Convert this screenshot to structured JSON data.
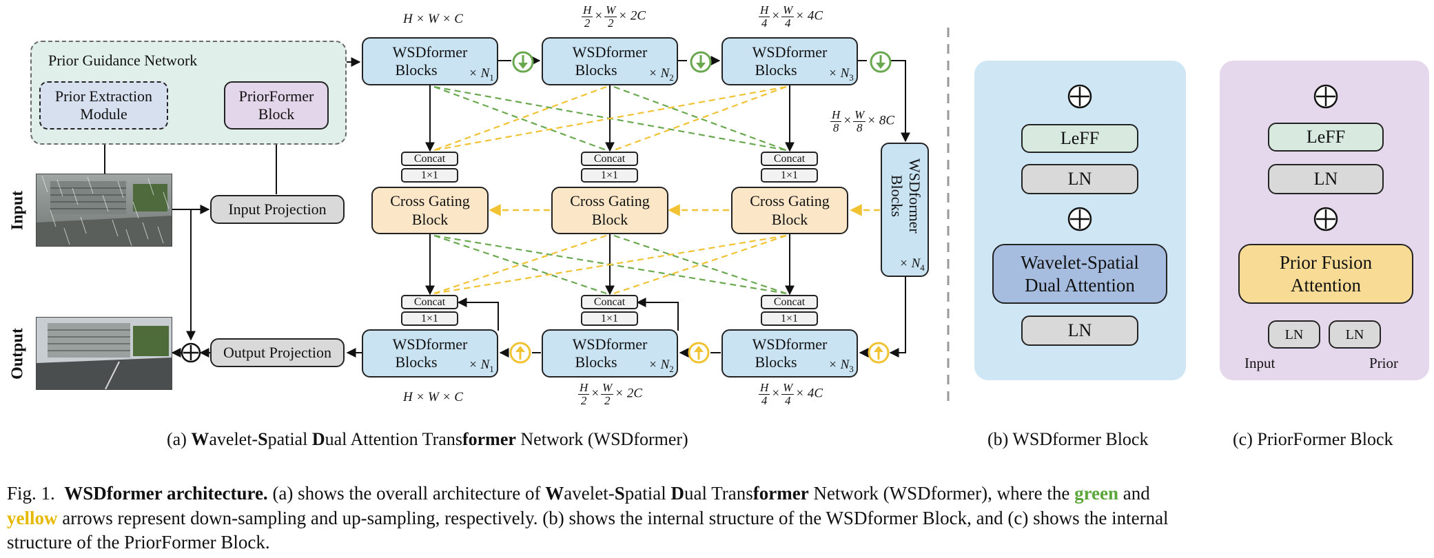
{
  "diagram": {
    "prior_guidance": {
      "title": "Prior Guidance Network",
      "extraction_line1": "Prior Extraction",
      "extraction_line2": "Module",
      "priorformer_line1": "PriorFormer",
      "priorformer_line2": "Block"
    },
    "side_labels": {
      "input": "Input",
      "output": "Output"
    },
    "input_projection": "Input Projection",
    "output_projection": "Output Projection",
    "wsd_line1": "WSDformer",
    "wsd_line2": "Blocks",
    "n_labels": [
      "× N",
      "× N",
      "× N",
      "× N"
    ],
    "n_subs": [
      "1",
      "2",
      "3",
      "4"
    ],
    "concat": "Concat",
    "conv": "1×1",
    "cross_line1": "Cross Gating",
    "cross_line2": "Block",
    "dims": {
      "hwc": "H × W × C",
      "c2": "× 2C",
      "c4": "× 4C",
      "c8": "× 8C",
      "h": "H",
      "w": "W",
      "two": "2",
      "four": "4",
      "eight": "8",
      "times": "×"
    },
    "captions": {
      "a_parts": [
        "(a) ",
        "W",
        "avelet-",
        "S",
        "patial ",
        "D",
        "ual Attention Trans",
        "former",
        " Network (WSDformer)"
      ],
      "b": "(b) WSDformer Block",
      "c": "(c) PriorFormer Block"
    }
  },
  "panel_b": {
    "leff": "LeFF",
    "ln": "LN",
    "attention_line1": "Wavelet-Spatial",
    "attention_line2": "Dual Attention",
    "ln2": "LN"
  },
  "panel_c": {
    "leff": "LeFF",
    "ln": "LN",
    "attention_line1": "Prior Fusion",
    "attention_line2": "Attention",
    "ln_input": "LN",
    "ln_prior": "LN",
    "input_label": "Input",
    "prior_label": "Prior"
  },
  "figure_caption": {
    "fig_no": "Fig. 1.",
    "bold_title": "WSDformer architecture.",
    "line1_parts": [
      " (a) shows the overall architecture of ",
      "W",
      "avelet-",
      "S",
      "patial ",
      "D",
      "ual Trans",
      "former",
      " Network (WSDformer), where the ",
      "green",
      " and"
    ],
    "line2_parts": [
      "yellow",
      " arrows represent down-sampling and up-sampling, respectively. (b) shows the internal structure of the WSDformer Block, and (c) shows the internal"
    ],
    "line3": "structure of the PriorFormer Block."
  },
  "colors": {
    "green_arrow": "#6aa84f",
    "yellow_arrow": "#f1c232",
    "green_text": "#5aa63a",
    "yellow_text": "#e6b800",
    "panel_b_bg": "#cfe6f5",
    "panel_c_bg": "#e6d8ec"
  }
}
